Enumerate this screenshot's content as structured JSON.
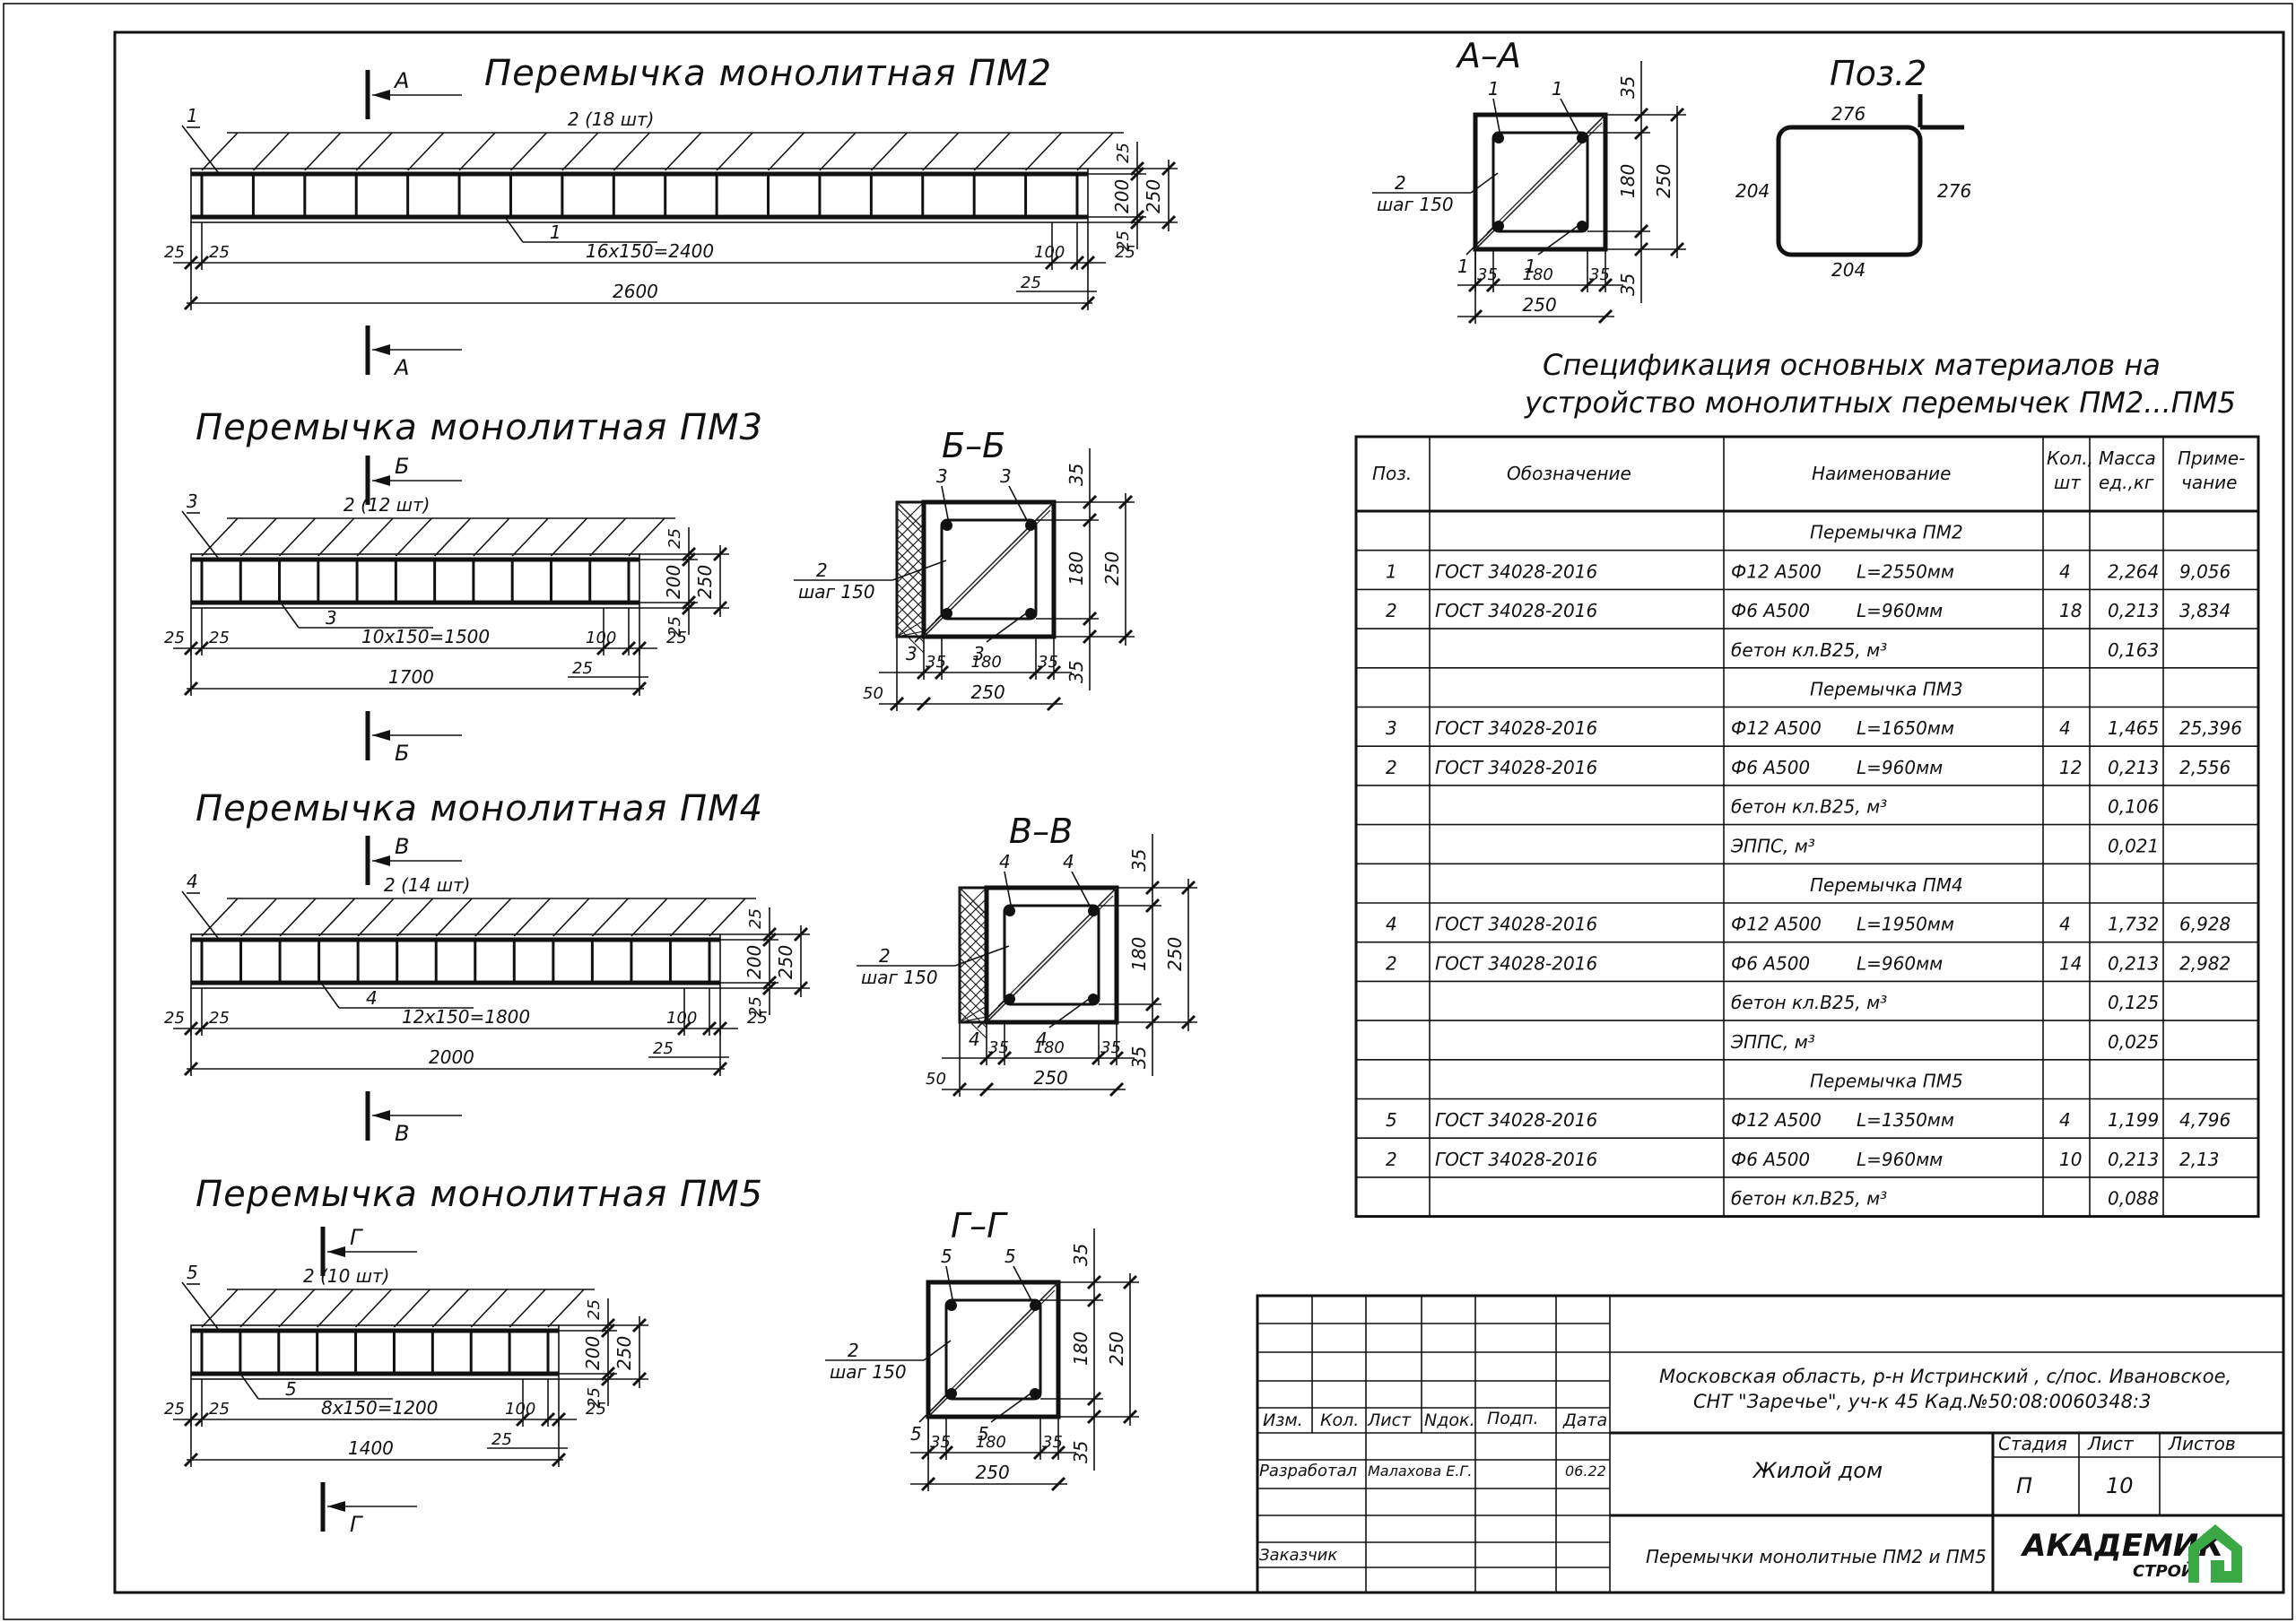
{
  "beams": [
    {
      "title": "Перемычка монолитная ПМ2",
      "section": "А",
      "bar_pos": "1",
      "stirrup_label": "2 (18 шт)",
      "spacing": "16х150=2400",
      "total": "2600",
      "stirrups": 18
    },
    {
      "title": "Перемычка монолитная ПМ3",
      "section": "Б",
      "bar_pos": "3",
      "stirrup_label": "2 (12 шт)",
      "spacing": "10х150=1500",
      "total": "1700",
      "stirrups": 12
    },
    {
      "title": "Перемычка монолитная ПМ4",
      "section": "В",
      "bar_pos": "4",
      "stirrup_label": "2 (14 шт)",
      "spacing": "12х150=1800",
      "total": "2000",
      "stirrups": 14
    },
    {
      "title": "Перемычка монолитная ПМ5",
      "section": "Г",
      "bar_pos": "5",
      "stirrup_label": "2 (10 шт)",
      "spacing": "8х150=1200",
      "total": "1400",
      "stirrups": 10
    }
  ],
  "beam_dims": {
    "d25": "25",
    "d100": "100",
    "d200": "200",
    "d250": "250"
  },
  "sections": [
    {
      "title": "А–А",
      "bar": "1",
      "insulated": false
    },
    {
      "title": "Б–Б",
      "bar": "3",
      "insulated": true
    },
    {
      "title": "В–В",
      "bar": "4",
      "insulated": true
    },
    {
      "title": "Г–Г",
      "bar": "5",
      "insulated": false
    }
  ],
  "section_dims": {
    "d35": "35",
    "d180": "180",
    "d250": "250",
    "d50": "50",
    "stirrup_pos": "2",
    "step": "шаг 150"
  },
  "detail": {
    "title": "Поз.2",
    "top": "276",
    "right": "276",
    "left": "204",
    "bottom": "204"
  },
  "spec": {
    "title_line1": "Спецификация основных материалов на",
    "title_line2": "устройство монолитных перемычек ПМ2...ПМ5",
    "headers": {
      "pos": "Поз.",
      "designation": "Обозначение",
      "name": "Наименование",
      "qty_1": "Кол.,",
      "qty_2": "шт",
      "mass_1": "Масса",
      "mass_2": "ед.,кг",
      "note_1": "Приме-",
      "note_2": "чание"
    },
    "rows": [
      {
        "type": "group",
        "name": "Перемычка ПМ2"
      },
      {
        "pos": "1",
        "des": "ГОСТ 34028-2016",
        "name": "Ф12 А500",
        "len": "L=2550мм",
        "qty": "4",
        "mass": "2,264",
        "note": "9,056"
      },
      {
        "pos": "2",
        "des": "ГОСТ 34028-2016",
        "name": "Ф6 А500",
        "len": "L=960мм",
        "qty": "18",
        "mass": "0,213",
        "note": "3,834"
      },
      {
        "pos": "",
        "des": "",
        "name": "бетон кл.В25, м³",
        "len": "",
        "qty": "",
        "mass": "0,163",
        "note": ""
      },
      {
        "type": "group",
        "name": "Перемычка ПМ3"
      },
      {
        "pos": "3",
        "des": "ГОСТ 34028-2016",
        "name": "Ф12 А500",
        "len": "L=1650мм",
        "qty": "4",
        "mass": "1,465",
        "note": "25,396"
      },
      {
        "pos": "2",
        "des": "ГОСТ 34028-2016",
        "name": "Ф6 А500",
        "len": "L=960мм",
        "qty": "12",
        "mass": "0,213",
        "note": "2,556"
      },
      {
        "pos": "",
        "des": "",
        "name": "бетон кл.В25, м³",
        "len": "",
        "qty": "",
        "mass": "0,106",
        "note": ""
      },
      {
        "pos": "",
        "des": "",
        "name": "ЭППС, м³",
        "len": "",
        "qty": "",
        "mass": "0,021",
        "note": ""
      },
      {
        "type": "group",
        "name": "Перемычка ПМ4"
      },
      {
        "pos": "4",
        "des": "ГОСТ 34028-2016",
        "name": "Ф12 А500",
        "len": "L=1950мм",
        "qty": "4",
        "mass": "1,732",
        "note": "6,928"
      },
      {
        "pos": "2",
        "des": "ГОСТ 34028-2016",
        "name": "Ф6 А500",
        "len": "L=960мм",
        "qty": "14",
        "mass": "0,213",
        "note": "2,982"
      },
      {
        "pos": "",
        "des": "",
        "name": "бетон кл.В25, м³",
        "len": "",
        "qty": "",
        "mass": "0,125",
        "note": ""
      },
      {
        "pos": "",
        "des": "",
        "name": "ЭППС, м³",
        "len": "",
        "qty": "",
        "mass": "0,025",
        "note": ""
      },
      {
        "type": "group",
        "name": "Перемычка ПМ5"
      },
      {
        "pos": "5",
        "des": "ГОСТ 34028-2016",
        "name": "Ф12 А500",
        "len": "L=1350мм",
        "qty": "4",
        "mass": "1,199",
        "note": "4,796"
      },
      {
        "pos": "2",
        "des": "ГОСТ 34028-2016",
        "name": "Ф6 А500",
        "len": "L=960мм",
        "qty": "10",
        "mass": "0,213",
        "note": "2,13"
      },
      {
        "pos": "",
        "des": "",
        "name": "бетон кл.В25, м³",
        "len": "",
        "qty": "",
        "mass": "0,088",
        "note": ""
      }
    ]
  },
  "title_block": {
    "address_1": "Московская область, р-н Истринский , с/пос. Ивановское,",
    "address_2": "СНТ \"Заречье\", уч-к 45 Кад.№50:08:0060348:3",
    "col_izm": "Изм.",
    "col_kol": "Кол.",
    "col_list": "Лист",
    "col_ndok": "Nдок.",
    "col_podp": "Подп.",
    "col_data": "Дата",
    "developed_label": "Разработал",
    "developed_name": "Малахова Е.Г.",
    "developed_date": "06.22",
    "customer_label": "Заказчик",
    "object": "Жилой дом",
    "sheet_title": "Перемычки монолитные ПМ2 и ПМ5",
    "stage_label": "Стадия",
    "stage": "П",
    "sheet_label": "Лист",
    "sheet": "10",
    "sheets_label": "Листов",
    "sheets": "",
    "logo_main": "АКАДЕМИК",
    "logo_sub": "СТРОЙ"
  },
  "colors": {
    "logo_blue": "#1b5fa8",
    "logo_green": "#3aa845"
  }
}
